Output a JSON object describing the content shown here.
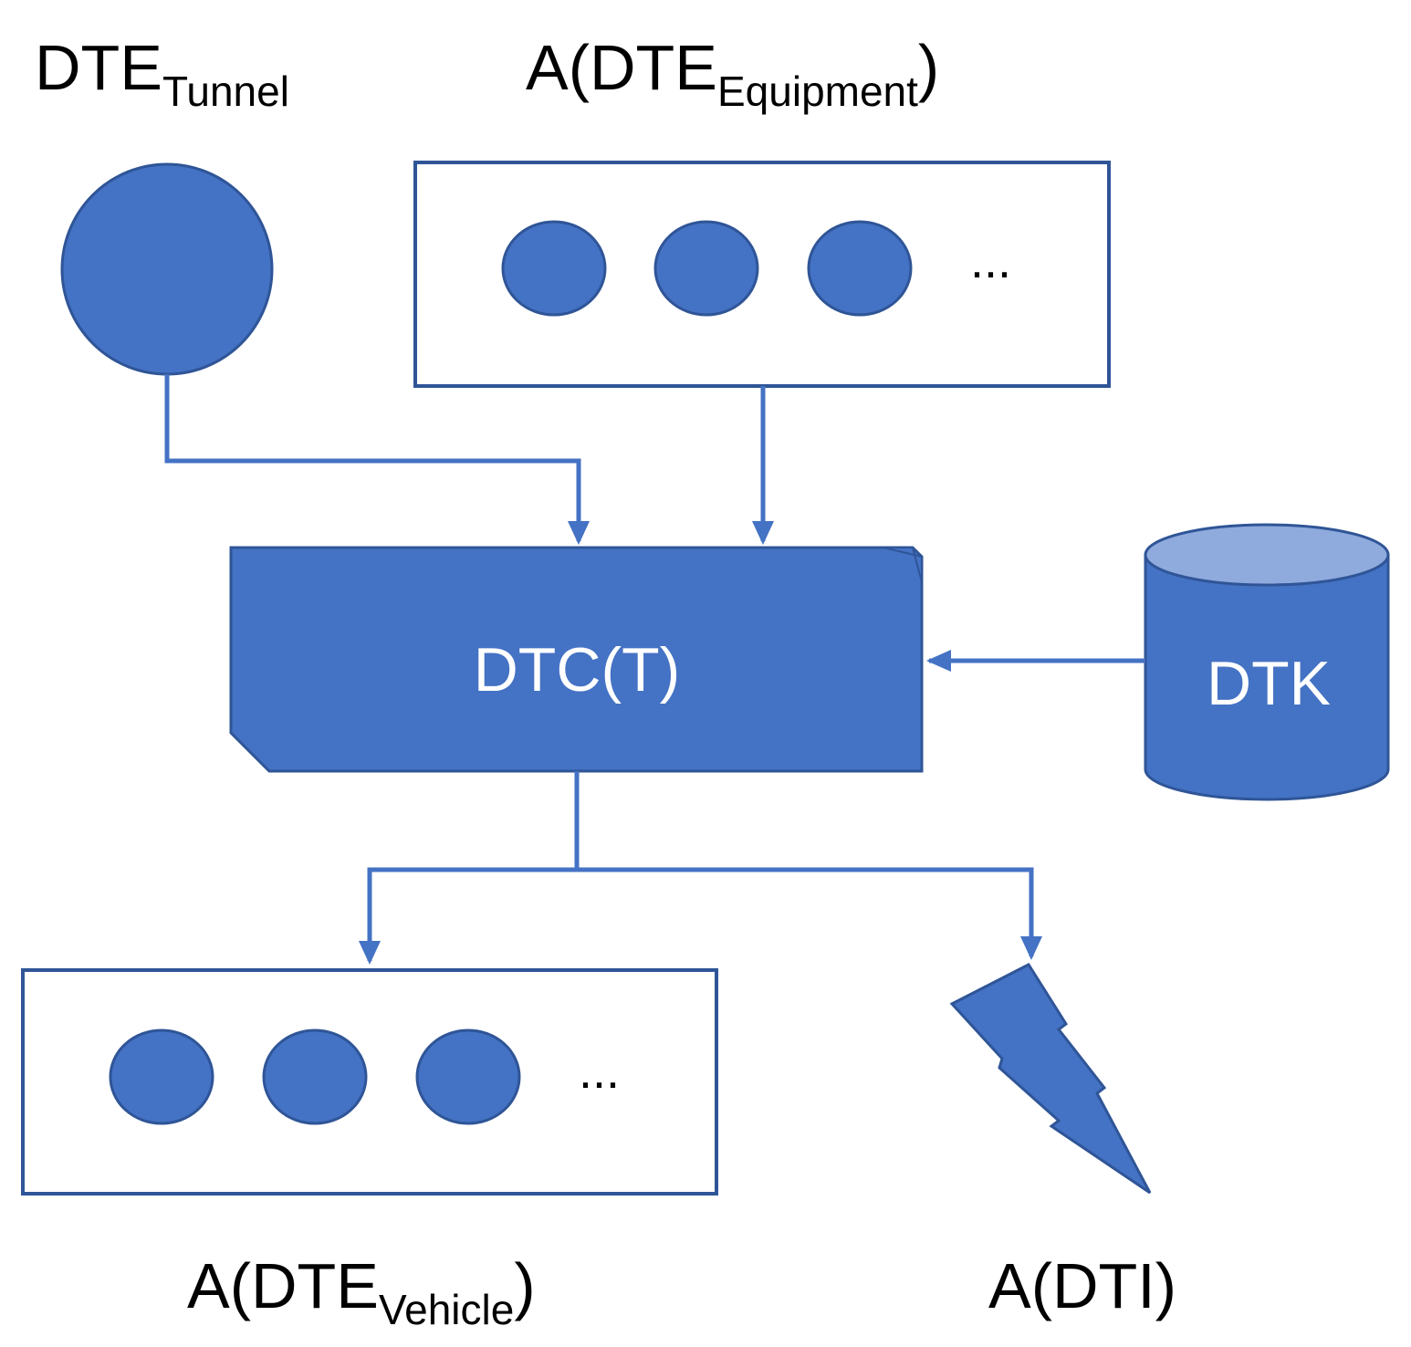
{
  "diagram": {
    "colors": {
      "fill": "#4472C4",
      "stroke": "#2F5597",
      "connector": "#4472C4",
      "cylinder_top": "#8FAADC",
      "text_dark": "#000000",
      "text_light": "#FFFFFF"
    },
    "labels": {
      "tunnel_main": "DTE",
      "tunnel_sub": "Tunnel",
      "equipment_prefix": "A(DTE",
      "equipment_sub": "Equipment",
      "equipment_suffix": ")",
      "vehicle_prefix": "A(DTE",
      "vehicle_sub": "Vehicle",
      "vehicle_suffix": ")",
      "dti": "A(DTI)",
      "dtc": "DTC(T)",
      "dtk": "DTK",
      "ellipsis": "..."
    }
  }
}
